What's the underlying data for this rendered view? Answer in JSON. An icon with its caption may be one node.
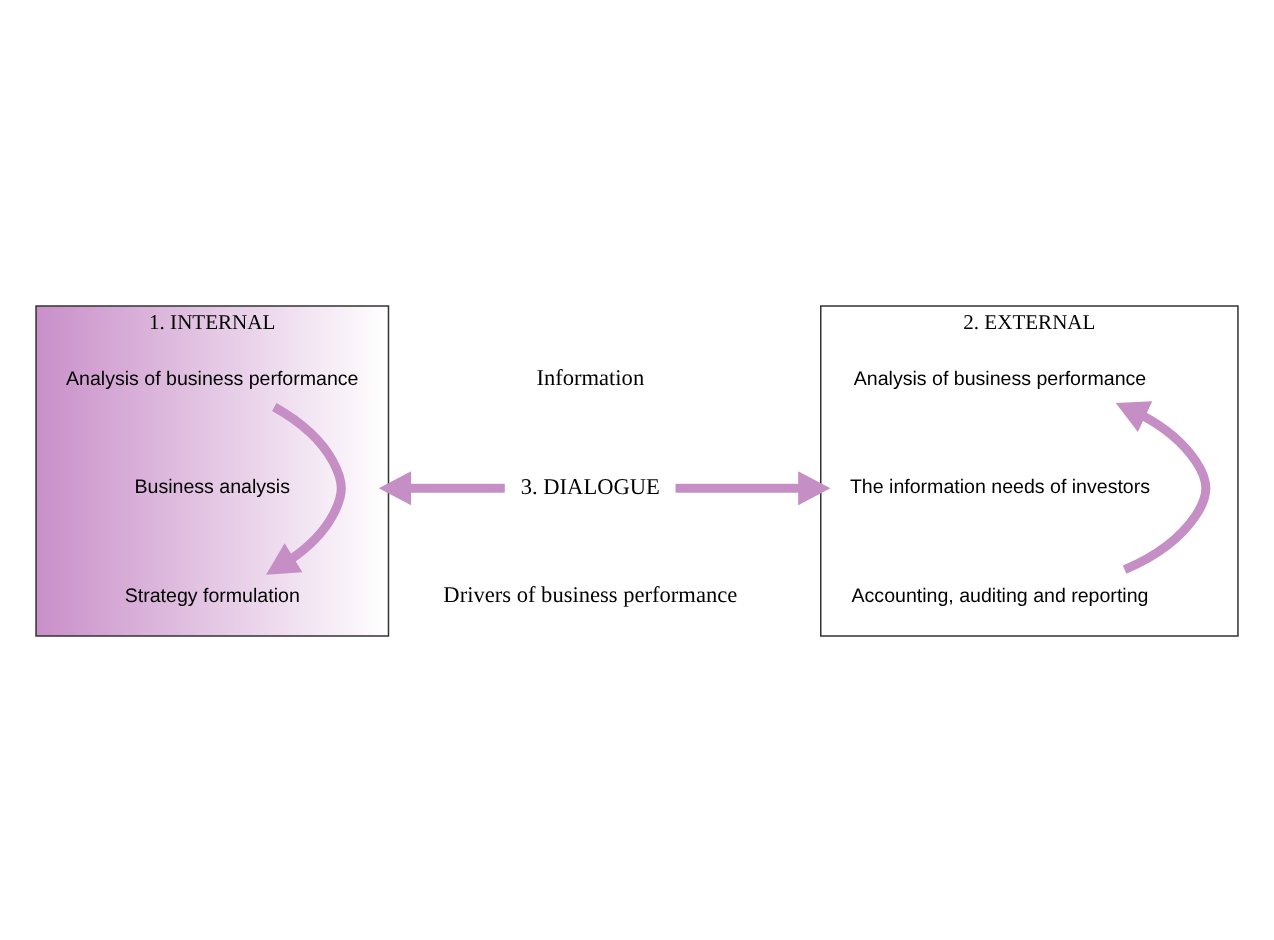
{
  "diagram": {
    "nodes": [
      {
        "text": [
          "1. INTERNAL"
        ]
      },
      {
        "text": [
          "Analysis of business performance"
        ],
        "in": 0
      },
      {
        "text": [
          "Business analysis"
        ],
        "in": 0
      },
      {
        "text": [
          "Strategy formulation"
        ],
        "in": 0
      },
      {
        "text": [
          "2. EXTERNAL"
        ]
      },
      {
        "text": [
          "Analysis of business performance"
        ],
        "in": 4
      },
      {
        "text": [
          "The information needs of investors"
        ],
        "in": 4
      },
      {
        "text": [
          "Accounting, auditing and reporting"
        ],
        "in": 4
      },
      {
        "text": [
          "3. DIALOGUE"
        ]
      }
    ],
    "edges": [
      {
        "from": 1,
        "to": 3,
        "arrow": "to"
      },
      {
        "from": 7,
        "to": 5,
        "arrow": "to"
      },
      {
        "from": 8,
        "to": 0,
        "arrow": "to"
      },
      {
        "from": 8,
        "to": 4,
        "arrow": "to"
      }
    ],
    "labels": [
      "Information",
      "Drivers of business performance"
    ]
  }
}
